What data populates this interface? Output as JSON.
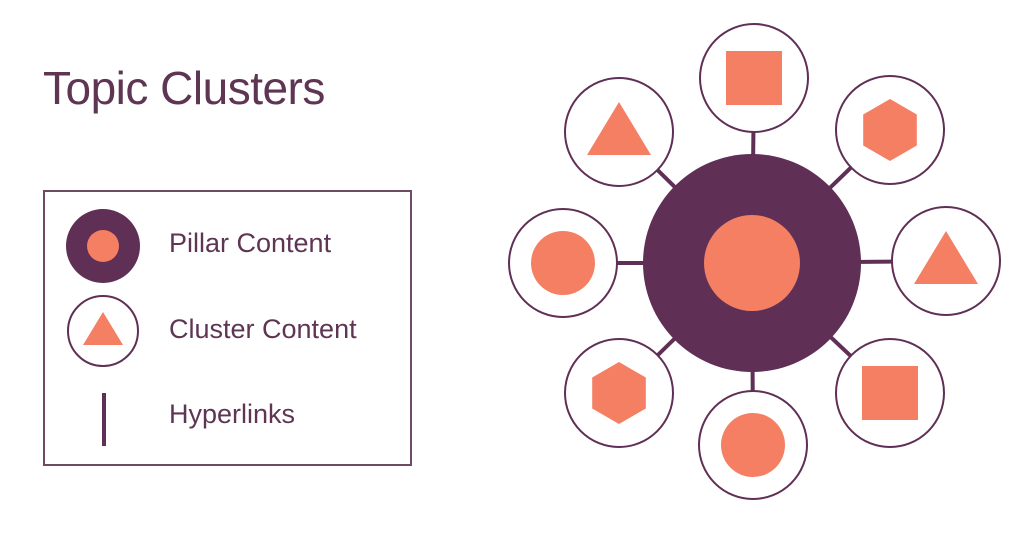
{
  "title": "Topic Clusters",
  "colors": {
    "pillar": "#5f2f55",
    "accent": "#f47f63",
    "outline": "#5f2f55",
    "text": "#5e3553"
  },
  "legend": {
    "items": [
      {
        "label": "Pillar Content",
        "icon": "pillar-content-icon"
      },
      {
        "label": "Cluster Content",
        "icon": "cluster-content-icon"
      },
      {
        "label": "Hyperlinks",
        "icon": "hyperlink-line-icon"
      }
    ]
  },
  "diagram": {
    "pillar": {
      "shape": "circle"
    },
    "clusters": [
      {
        "position": "top",
        "shape": "square"
      },
      {
        "position": "top-right",
        "shape": "hexagon"
      },
      {
        "position": "right",
        "shape": "triangle"
      },
      {
        "position": "bottom-right",
        "shape": "square"
      },
      {
        "position": "bottom",
        "shape": "circle"
      },
      {
        "position": "bottom-left",
        "shape": "hexagon"
      },
      {
        "position": "left",
        "shape": "circle"
      },
      {
        "position": "top-left",
        "shape": "triangle"
      }
    ]
  }
}
